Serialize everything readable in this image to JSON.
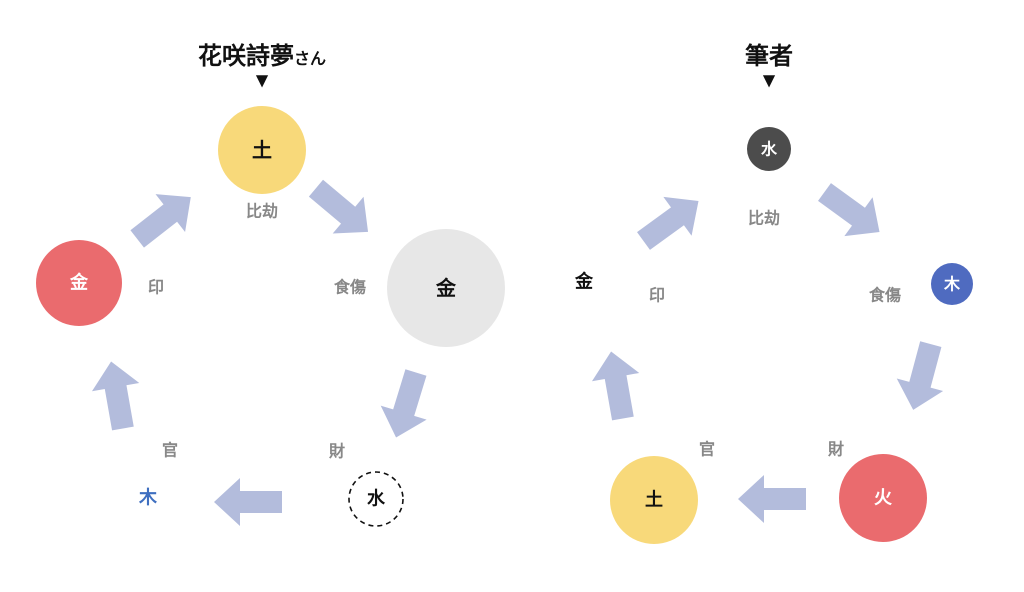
{
  "left": {
    "title": "花咲詩夢",
    "title_suffix": "さん",
    "nodes": {
      "top": "土",
      "right": "金",
      "bottom_right": "水",
      "bottom_left": "木",
      "left": "金"
    },
    "labels": {
      "hikou": "比劫",
      "shokushou": "食傷",
      "zai": "財",
      "kan": "官",
      "in": "印"
    }
  },
  "right": {
    "title": "筆者",
    "nodes": {
      "top": "水",
      "right": "木",
      "bottom_right": "火",
      "bottom_left": "土",
      "left": "金"
    },
    "labels": {
      "hikou": "比劫",
      "shokushou": "食傷",
      "zai": "財",
      "kan": "官",
      "in": "印"
    }
  },
  "marker": "▼",
  "colors": {
    "earth": "#f8d97a",
    "metal_red": "#ea6b6e",
    "metal_gray": "#e7e7e7",
    "water_dark": "#4c4c4c",
    "wood_blue": "#4f6bc0",
    "wood_text": "#3f6fc0",
    "fire_red": "#ea6b6e",
    "arrow": "#b3bcdc",
    "label": "#888888"
  }
}
